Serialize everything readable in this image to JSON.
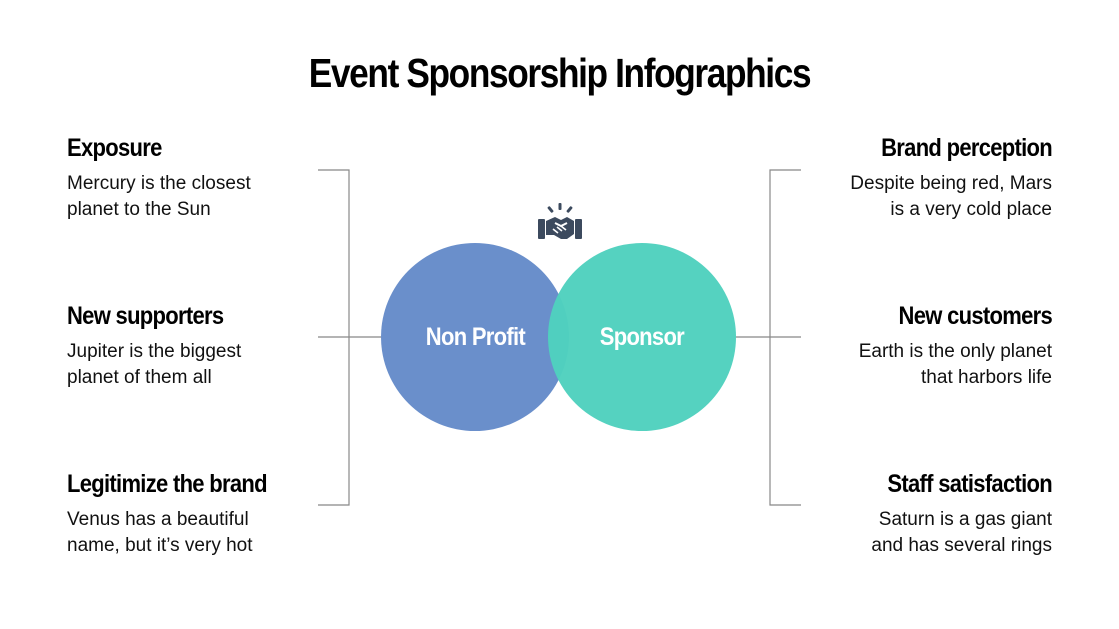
{
  "title": "Event Sponsorship Infographics",
  "left_items": [
    {
      "title": "Exposure",
      "desc": "Mercury is the closest\nplanet to the Sun"
    },
    {
      "title": "New supporters",
      "desc": "Jupiter is the biggest\nplanet of them all"
    },
    {
      "title": "Legitimize the brand",
      "desc": "Venus has a beautiful\nname, but it’s very hot"
    }
  ],
  "right_items": [
    {
      "title": "Brand perception",
      "desc": "Despite being red, Mars\nis a very cold place"
    },
    {
      "title": "New customers",
      "desc": "Earth is the only planet\nthat harbors life"
    },
    {
      "title": "Staff satisfaction",
      "desc": "Saturn is a gas giant\nand has several rings"
    }
  ],
  "circles": {
    "left_label": "Non Profit",
    "right_label": "Sponsor"
  },
  "icon": "handshake-icon",
  "colors": {
    "non_profit": "#6A8FCB",
    "sponsor": "#4FD1BE",
    "icon": "#3C4A5E",
    "connector": "#888888"
  }
}
